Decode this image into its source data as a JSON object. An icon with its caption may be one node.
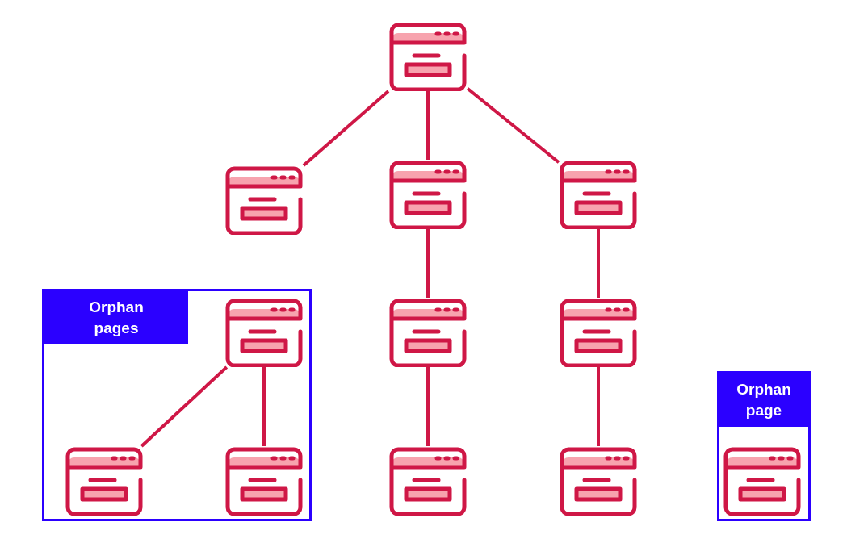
{
  "diagram": {
    "nodes": [
      {
        "text": [],
        "shape": "picture"
      },
      {
        "text": [],
        "shape": "picture"
      },
      {
        "text": [],
        "shape": "picture"
      },
      {
        "text": [],
        "shape": "picture"
      },
      {
        "text": [
          "Orphan pages"
        ]
      },
      {
        "text": [],
        "shape": "picture",
        "in": 4
      },
      {
        "text": [],
        "shape": "picture"
      },
      {
        "text": [],
        "shape": "picture"
      },
      {
        "text": [
          "Orphan page"
        ]
      },
      {
        "text": [],
        "shape": "picture",
        "in": 4
      },
      {
        "text": [],
        "shape": "picture",
        "in": 4
      },
      {
        "text": [],
        "shape": "picture"
      },
      {
        "text": [],
        "shape": "picture"
      },
      {
        "text": [],
        "shape": "picture",
        "in": 8
      }
    ],
    "edges": [
      {
        "from": 0,
        "to": 1,
        "arrow": "none"
      },
      {
        "from": 0,
        "to": 2,
        "arrow": "none"
      },
      {
        "from": 0,
        "to": 3,
        "arrow": "none"
      },
      {
        "from": 2,
        "to": 6,
        "arrow": "none"
      },
      {
        "from": 6,
        "to": 11,
        "arrow": "none"
      },
      {
        "from": 3,
        "to": 7,
        "arrow": "none"
      },
      {
        "from": 7,
        "to": 12,
        "arrow": "none"
      },
      {
        "from": 5,
        "to": 9,
        "arrow": "none"
      },
      {
        "from": 5,
        "to": 10,
        "arrow": "none"
      }
    ]
  }
}
